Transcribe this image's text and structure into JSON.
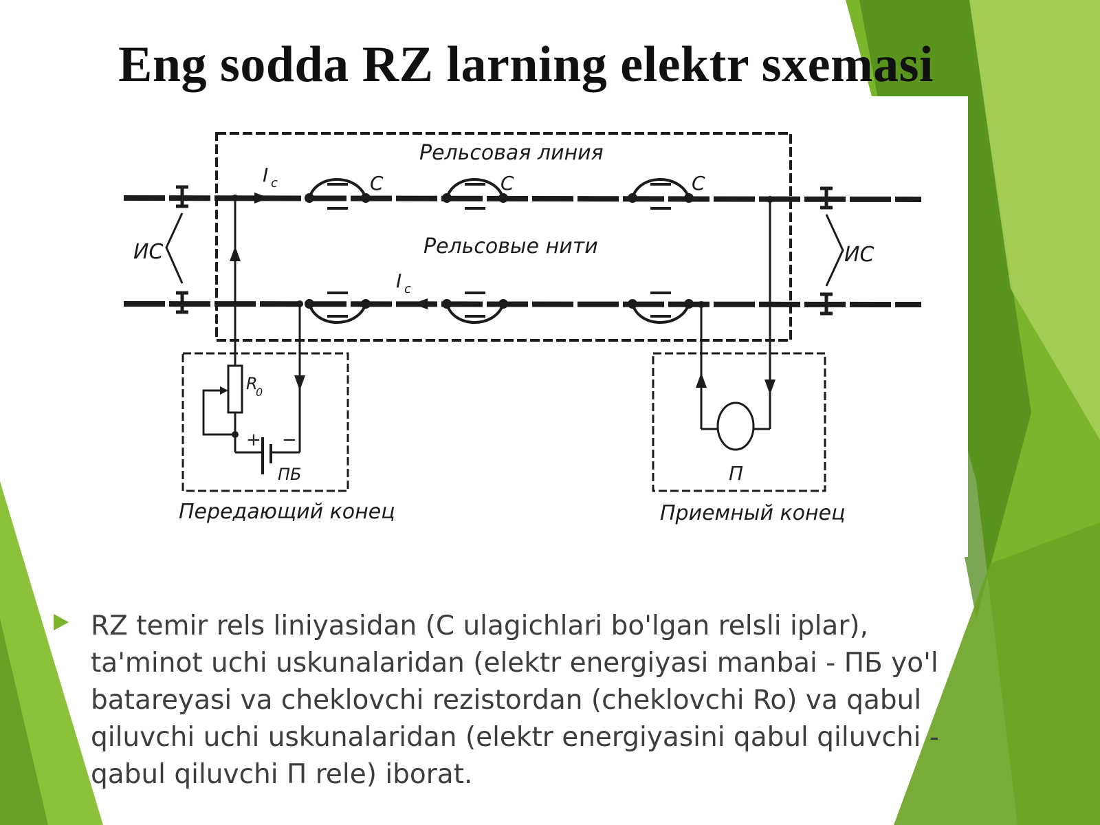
{
  "slide": {
    "title": "Eng sodda RZ larning elektr sxemasi",
    "colors": {
      "accent_green": "#7ab52c",
      "dark_green": "#4f8a1b",
      "light_green": "#a9d05a",
      "text": "#3d3d3d"
    }
  },
  "diagram": {
    "labels": {
      "rail_line": "Рельсовая линия",
      "rail_threads": "Рельсовые нити",
      "current_top": "I",
      "current_top_sub": "c",
      "current_bottom": "I",
      "current_bottom_sub": "c",
      "connector_1": "C",
      "connector_2": "C",
      "connector_3": "C",
      "insulated_joint_left": "ИС",
      "insulated_joint_right": "ИС",
      "resistor": "R",
      "resistor_sub": "0",
      "plus": "+",
      "minus": "−",
      "battery": "ПБ",
      "relay": "П",
      "transmitting_end": "Передающий конец",
      "receiving_end": "Приемный конец"
    }
  },
  "content": {
    "bullets": [
      {
        "icon": "triangle-bullet-icon",
        "text": "RZ temir rels liniyasidan (C ulagichlari bo'lgan relsli iplar),\nta'minot uchi uskunalaridan (elektr energiyasi manbai - ПБ yo'l\nbatareyasi va cheklovchi rezistordan (cheklovchi Ro) va qabul\nqiluvchi uchi uskunalaridan (elektr energiyasini qabul qiluvchi -\nqabul qiluvchi  П rele) iborat."
      }
    ]
  }
}
